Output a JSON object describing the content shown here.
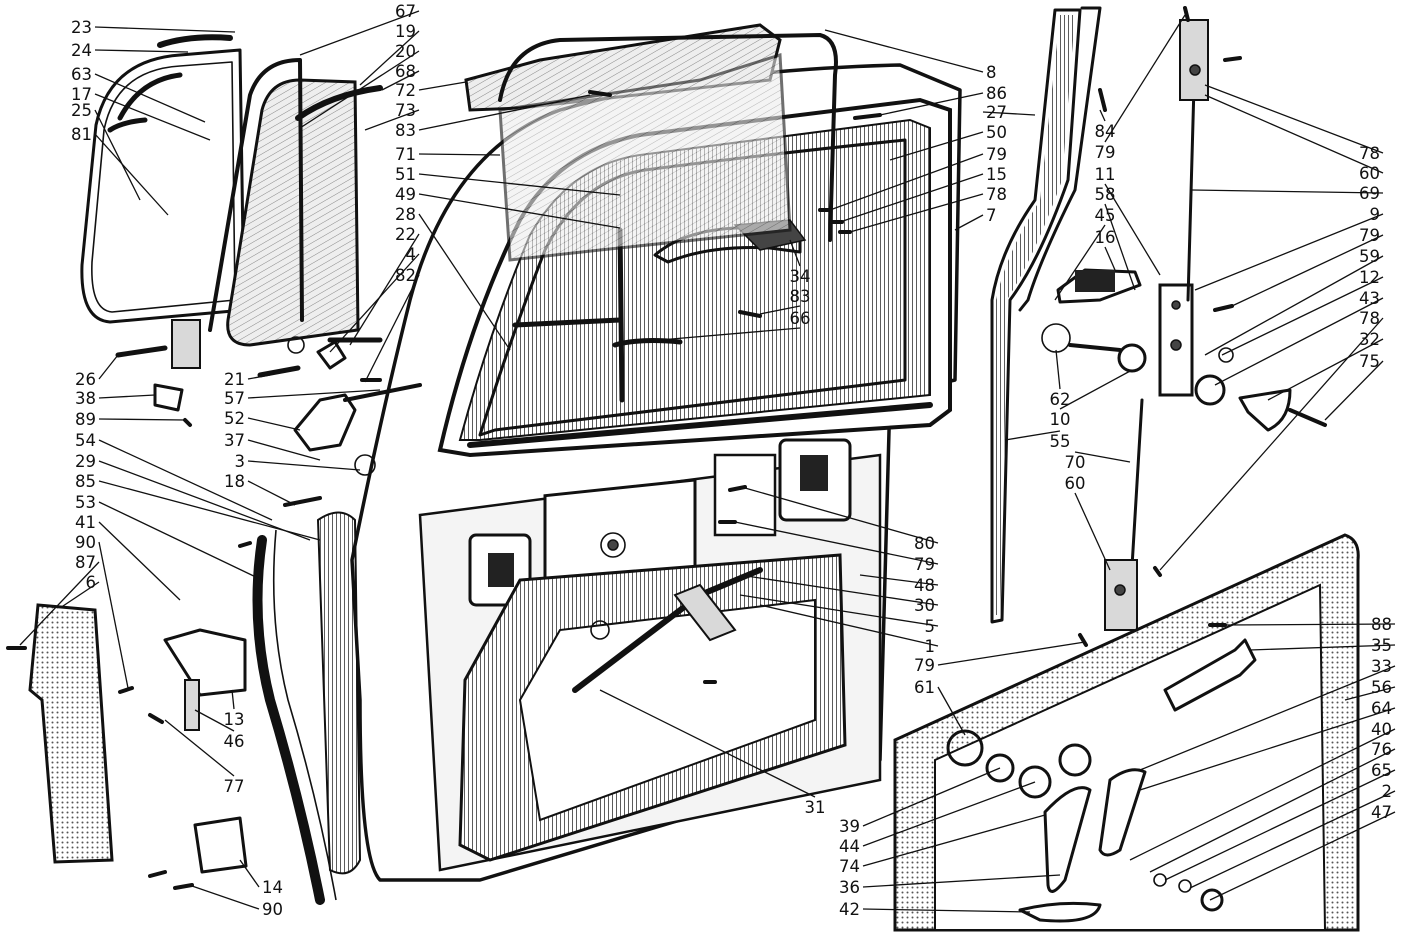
{
  "diagram": {
    "callouts": [
      {
        "id": "c23",
        "text": "23"
      },
      {
        "id": "c24",
        "text": "24"
      },
      {
        "id": "c63",
        "text": "63"
      },
      {
        "id": "c17",
        "text": "17"
      },
      {
        "id": "c25",
        "text": "25"
      },
      {
        "id": "c81",
        "text": "81"
      },
      {
        "id": "c67",
        "text": "67"
      },
      {
        "id": "c19",
        "text": "19"
      },
      {
        "id": "c20",
        "text": "20"
      },
      {
        "id": "c68",
        "text": "68"
      },
      {
        "id": "c72",
        "text": "72"
      },
      {
        "id": "c73",
        "text": "73"
      },
      {
        "id": "c83a",
        "text": "83"
      },
      {
        "id": "c71",
        "text": "71"
      },
      {
        "id": "c51",
        "text": "51"
      },
      {
        "id": "c49",
        "text": "49"
      },
      {
        "id": "c28",
        "text": "28"
      },
      {
        "id": "c22",
        "text": "22"
      },
      {
        "id": "c4",
        "text": "4"
      },
      {
        "id": "c82",
        "text": "82"
      },
      {
        "id": "c26",
        "text": "26"
      },
      {
        "id": "c21",
        "text": "21"
      },
      {
        "id": "c38",
        "text": "38"
      },
      {
        "id": "c57",
        "text": "57"
      },
      {
        "id": "c89",
        "text": "89"
      },
      {
        "id": "c52",
        "text": "52"
      },
      {
        "id": "c54",
        "text": "54"
      },
      {
        "id": "c37",
        "text": "37"
      },
      {
        "id": "c29",
        "text": "29"
      },
      {
        "id": "c3",
        "text": "3"
      },
      {
        "id": "c85",
        "text": "85"
      },
      {
        "id": "c18",
        "text": "18"
      },
      {
        "id": "c53",
        "text": "53"
      },
      {
        "id": "c41",
        "text": "41"
      },
      {
        "id": "c90a",
        "text": "90"
      },
      {
        "id": "c87",
        "text": "87"
      },
      {
        "id": "c6",
        "text": "6"
      },
      {
        "id": "c13",
        "text": "13"
      },
      {
        "id": "c46",
        "text": "46"
      },
      {
        "id": "c77",
        "text": "77"
      },
      {
        "id": "c14",
        "text": "14"
      },
      {
        "id": "c90b",
        "text": "90"
      },
      {
        "id": "c8",
        "text": "8"
      },
      {
        "id": "c86",
        "text": "86"
      },
      {
        "id": "c27",
        "text": "27"
      },
      {
        "id": "c50",
        "text": "50"
      },
      {
        "id": "c79a",
        "text": "79"
      },
      {
        "id": "c15",
        "text": "15"
      },
      {
        "id": "c78a",
        "text": "78"
      },
      {
        "id": "c7",
        "text": "7"
      },
      {
        "id": "c34",
        "text": "34"
      },
      {
        "id": "c83b",
        "text": "83"
      },
      {
        "id": "c66",
        "text": "66"
      },
      {
        "id": "c84",
        "text": "84"
      },
      {
        "id": "c79b",
        "text": "79"
      },
      {
        "id": "c11",
        "text": "11"
      },
      {
        "id": "c58",
        "text": "58"
      },
      {
        "id": "c45",
        "text": "45"
      },
      {
        "id": "c16",
        "text": "16"
      },
      {
        "id": "c62",
        "text": "62"
      },
      {
        "id": "c10",
        "text": "10"
      },
      {
        "id": "c55",
        "text": "55"
      },
      {
        "id": "c70",
        "text": "70"
      },
      {
        "id": "c60a",
        "text": "60"
      },
      {
        "id": "c78b",
        "text": "78"
      },
      {
        "id": "c60b",
        "text": "60"
      },
      {
        "id": "c69",
        "text": "69"
      },
      {
        "id": "c9",
        "text": "9"
      },
      {
        "id": "c79c",
        "text": "79"
      },
      {
        "id": "c59",
        "text": "59"
      },
      {
        "id": "c12",
        "text": "12"
      },
      {
        "id": "c43",
        "text": "43"
      },
      {
        "id": "c78c",
        "text": "78"
      },
      {
        "id": "c32",
        "text": "32"
      },
      {
        "id": "c75",
        "text": "75"
      },
      {
        "id": "c80",
        "text": "80"
      },
      {
        "id": "c79d",
        "text": "79"
      },
      {
        "id": "c48",
        "text": "48"
      },
      {
        "id": "c30",
        "text": "30"
      },
      {
        "id": "c5",
        "text": "5"
      },
      {
        "id": "c1",
        "text": "1"
      },
      {
        "id": "c79e",
        "text": "79"
      },
      {
        "id": "c61",
        "text": "61"
      },
      {
        "id": "c31",
        "text": "31"
      },
      {
        "id": "c39",
        "text": "39"
      },
      {
        "id": "c44",
        "text": "44"
      },
      {
        "id": "c74",
        "text": "74"
      },
      {
        "id": "c36",
        "text": "36"
      },
      {
        "id": "c42",
        "text": "42"
      },
      {
        "id": "c88",
        "text": "88"
      },
      {
        "id": "c35",
        "text": "35"
      },
      {
        "id": "c33",
        "text": "33"
      },
      {
        "id": "c56",
        "text": "56"
      },
      {
        "id": "c64",
        "text": "64"
      },
      {
        "id": "c40",
        "text": "40"
      },
      {
        "id": "c76",
        "text": "76"
      },
      {
        "id": "c65",
        "text": "65"
      },
      {
        "id": "c2",
        "text": "2"
      },
      {
        "id": "c47",
        "text": "47"
      }
    ]
  }
}
